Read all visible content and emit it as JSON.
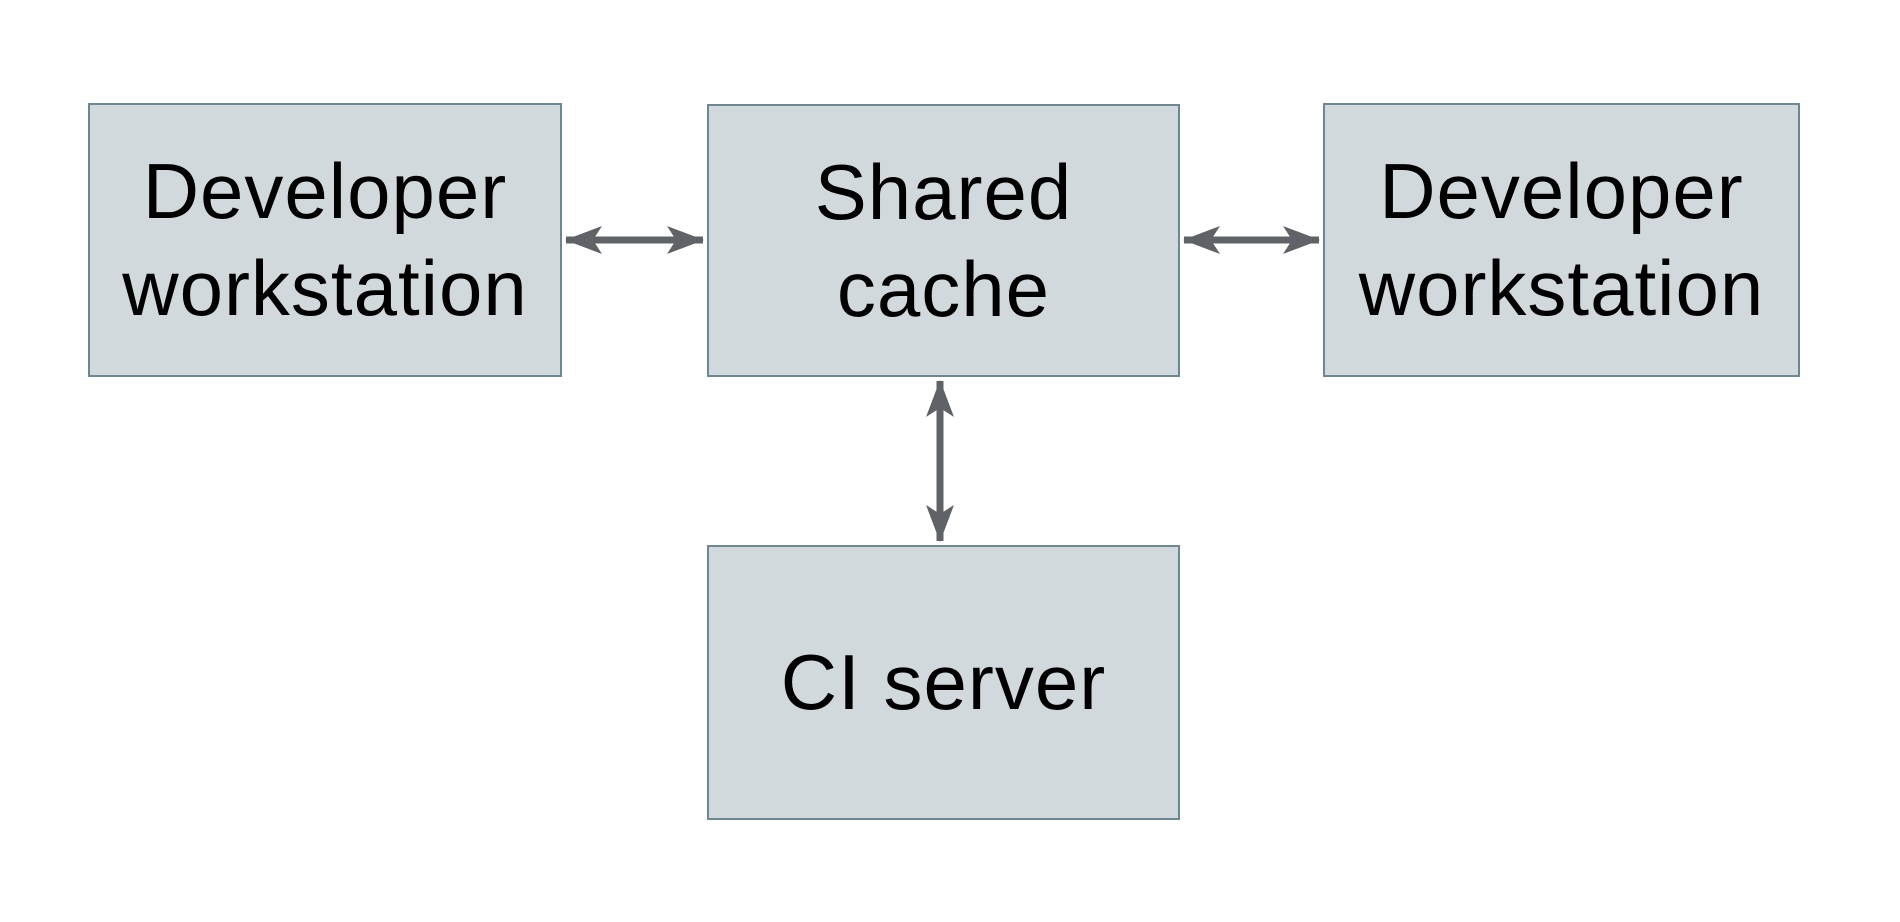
{
  "diagram": {
    "type": "architecture-diagram",
    "background_color": "#ffffff",
    "node_fill_color": "#d2d9dc",
    "node_border_color": "#6f8791",
    "arrow_color": "#5f6368",
    "text_color": "#000000",
    "nodes": [
      {
        "id": "developer-workstation-left",
        "label": "Developer workstation"
      },
      {
        "id": "shared-cache",
        "label": "Shared cache"
      },
      {
        "id": "developer-workstation-right",
        "label": "Developer workstation"
      },
      {
        "id": "ci-server",
        "label": "CI server"
      }
    ],
    "edges": [
      {
        "from": "developer-workstation-left",
        "to": "shared-cache",
        "bidirectional": true
      },
      {
        "from": "shared-cache",
        "to": "developer-workstation-right",
        "bidirectional": true
      },
      {
        "from": "shared-cache",
        "to": "ci-server",
        "bidirectional": true
      }
    ]
  }
}
